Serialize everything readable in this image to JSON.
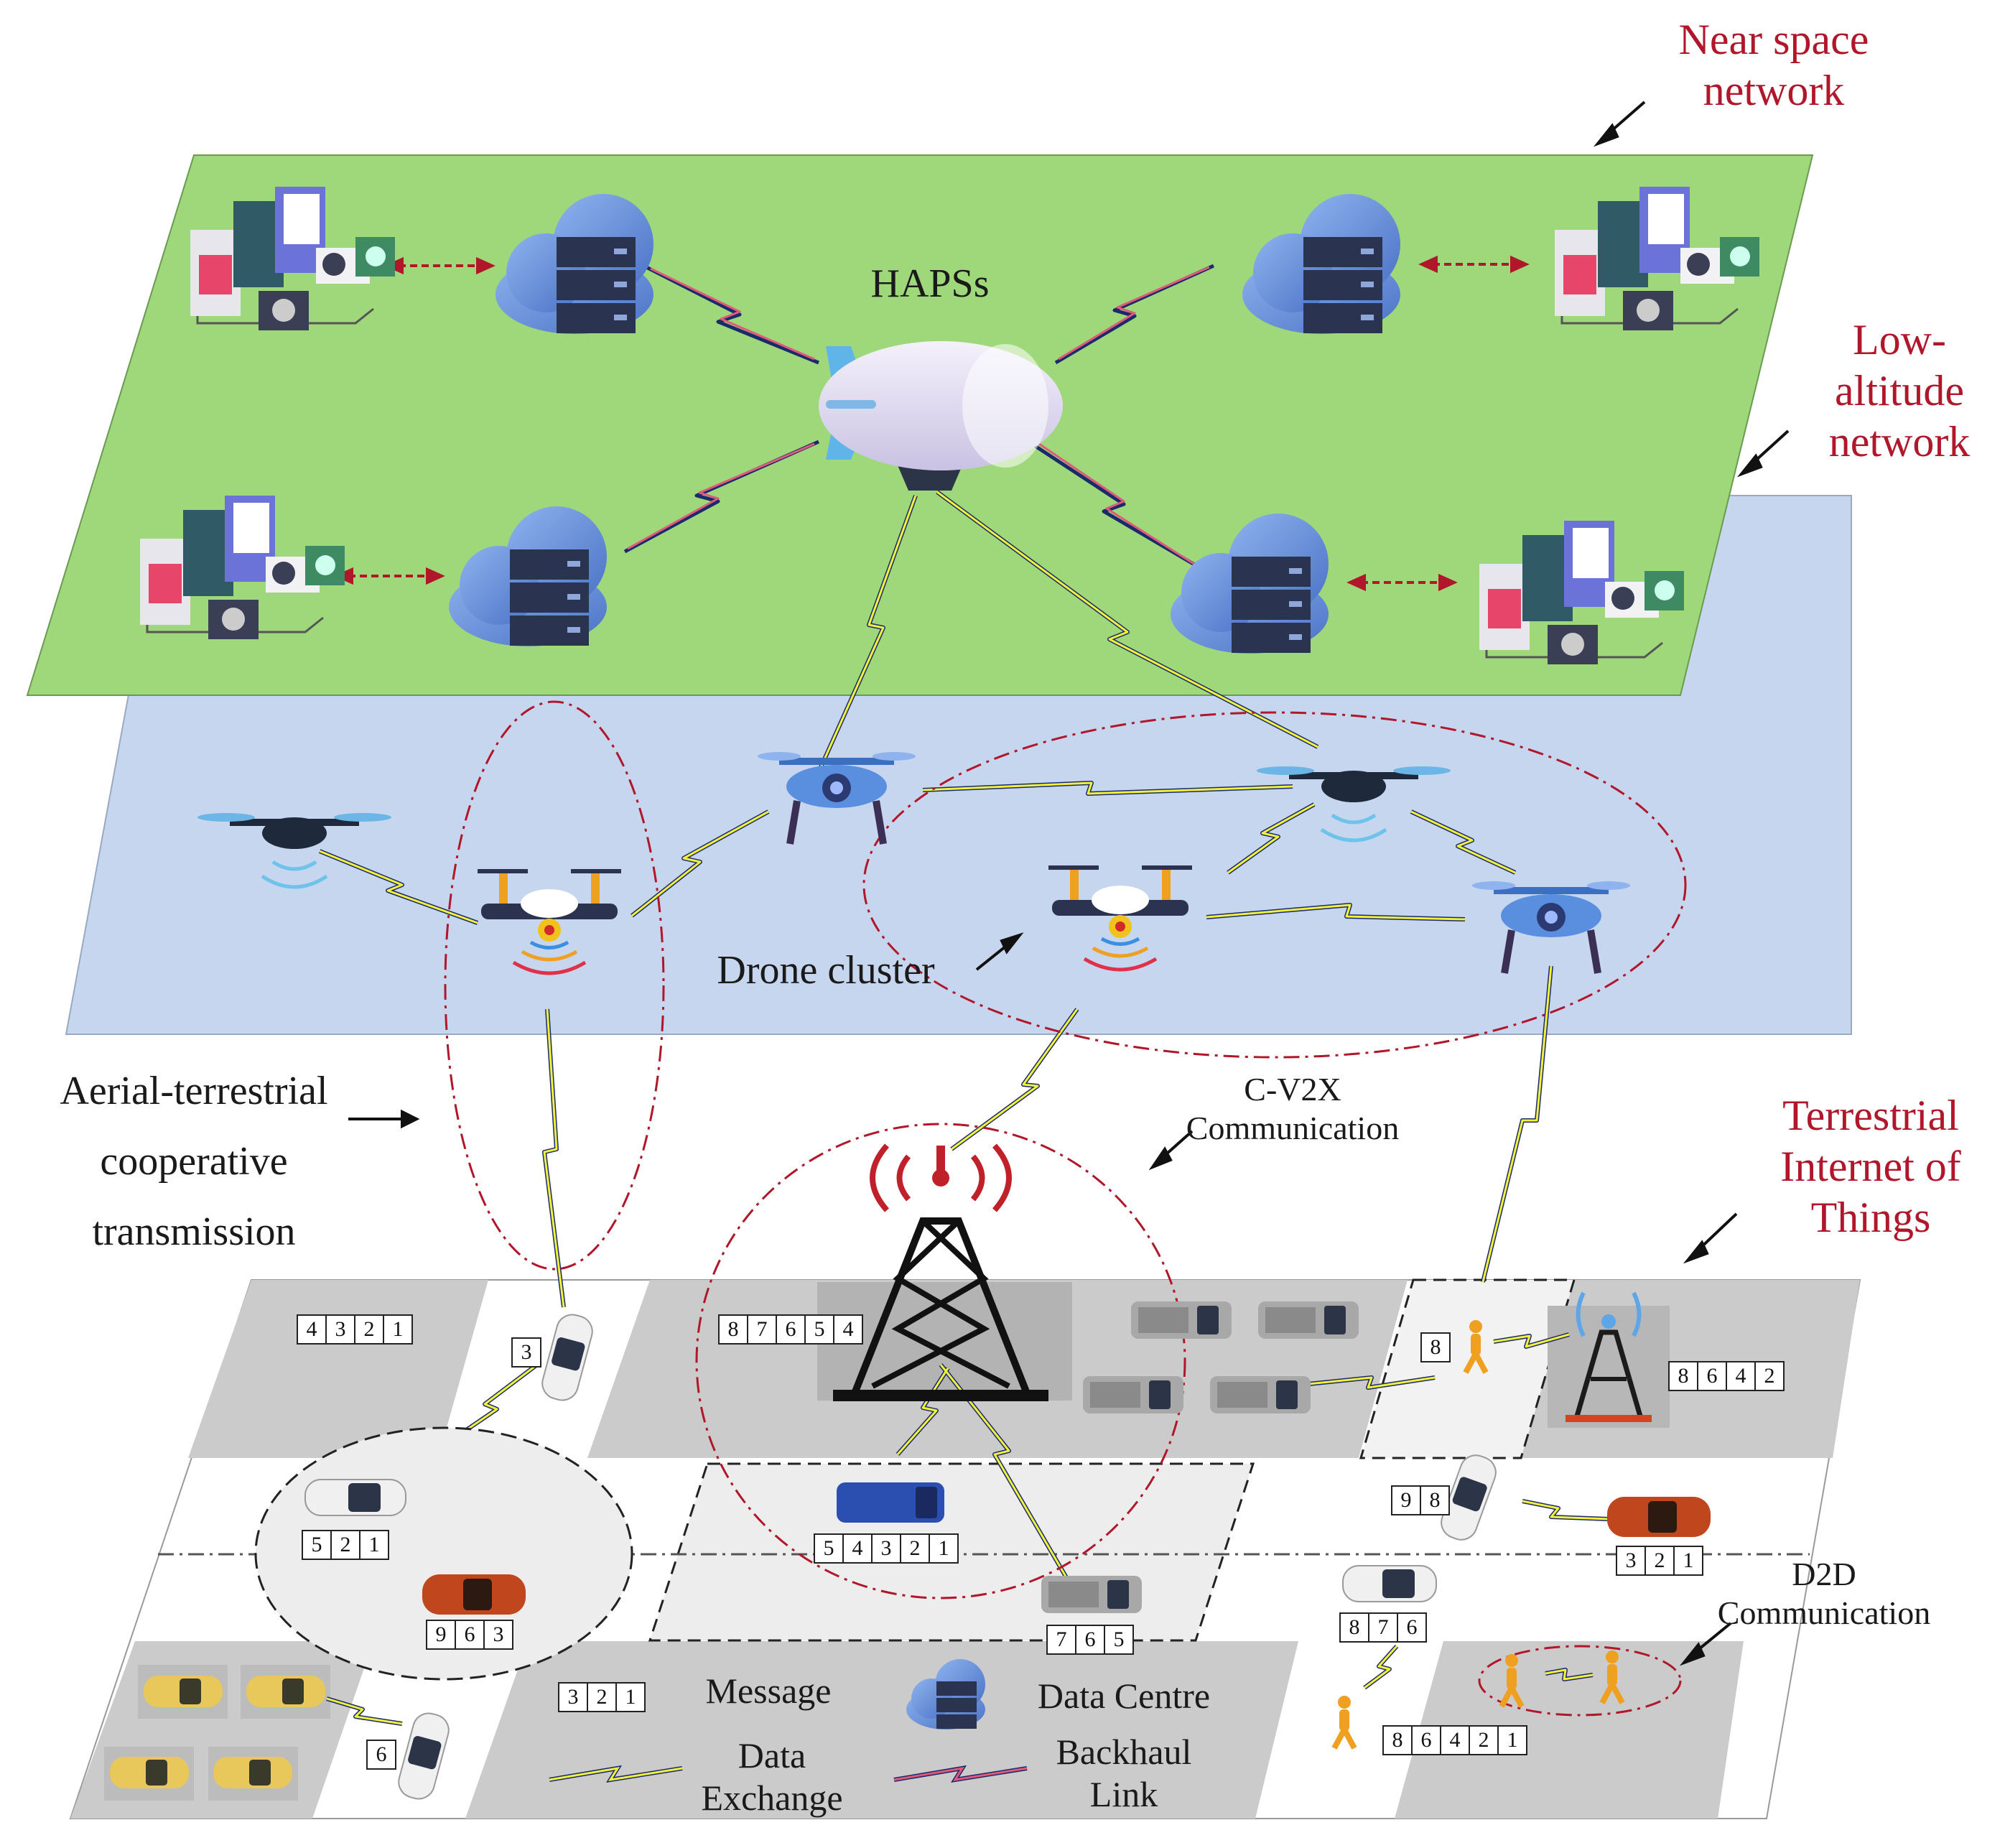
{
  "layers": {
    "near_space": "Near space network",
    "low_altitude": "Low-altitude network",
    "terrestrial": "Terrestrial Internet of Things"
  },
  "labels": {
    "haps": "HAPSs",
    "drone_cluster": "Drone cluster",
    "aerial_terrestrial": "Aerial-terrestrial cooperative transmission",
    "cv2x": "C-V2X Communication",
    "d2d": "D2D Communication"
  },
  "legend": {
    "message": "Message",
    "data_centre": "Data Centre",
    "data_exchange": "Data Exchange",
    "backhaul_link": "Backhaul Link",
    "sample_message": [
      "3",
      "2",
      "1"
    ]
  },
  "messages": [
    {
      "id": "block-top-left",
      "cells": [
        "4",
        "3",
        "2",
        "1"
      ]
    },
    {
      "id": "car-crossing",
      "cells": [
        "3"
      ]
    },
    {
      "id": "tower-block",
      "cells": [
        "8",
        "7",
        "6",
        "5",
        "4"
      ]
    },
    {
      "id": "pedestrian-crosswalk",
      "cells": [
        "8"
      ]
    },
    {
      "id": "small-tower-block",
      "cells": [
        "8",
        "6",
        "4",
        "2"
      ]
    },
    {
      "id": "white-car-left",
      "cells": [
        "5",
        "2",
        "1"
      ]
    },
    {
      "id": "red-car-left",
      "cells": [
        "9",
        "6",
        "3"
      ]
    },
    {
      "id": "blue-van",
      "cells": [
        "5",
        "4",
        "3",
        "2",
        "1"
      ]
    },
    {
      "id": "grey-truck",
      "cells": [
        "7",
        "6",
        "5"
      ]
    },
    {
      "id": "white-car-right",
      "cells": [
        "9",
        "8"
      ]
    },
    {
      "id": "red-car-right",
      "cells": [
        "3",
        "2",
        "1"
      ]
    },
    {
      "id": "white-car-lower-right",
      "cells": [
        "8",
        "7",
        "6"
      ]
    },
    {
      "id": "pedestrians-d2d",
      "cells": [
        "8",
        "6",
        "4",
        "2",
        "1"
      ]
    },
    {
      "id": "parking-car",
      "cells": [
        "6"
      ]
    }
  ],
  "colors": {
    "near_space_plane": "#9fd87a",
    "low_altitude_plane": "#c6d6ee",
    "ground_block": "#cbcbcb",
    "label_red": "#b0172a",
    "cluster_outline": "#b0172a",
    "link_yellow": "#f2f23a",
    "link_navy": "#1b2a6b",
    "link_pink": "#e05a7a"
  }
}
